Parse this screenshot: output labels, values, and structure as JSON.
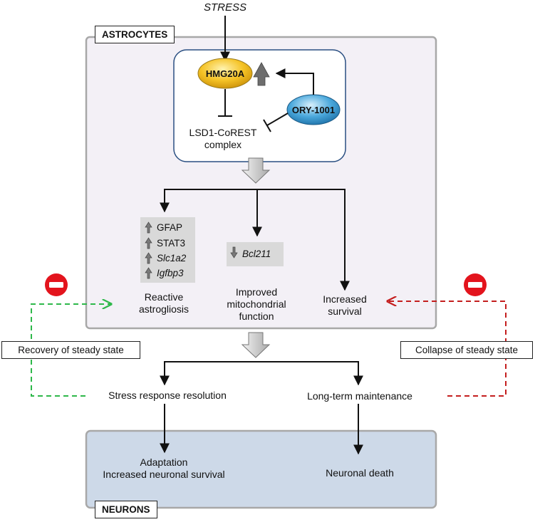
{
  "title": "STRESS",
  "astrocytes_label": "ASTROCYTES",
  "neurons_label": "NEURONS",
  "molecules": {
    "hmg20a": "HMG20A",
    "ory1001": "ORY-1001"
  },
  "lsd1": [
    "LSD1-CoREST",
    "complex"
  ],
  "genes_up": [
    "GFAP",
    "STAT3",
    "Slc1a2",
    "Igfbp3"
  ],
  "genes_down": [
    "Bcl211"
  ],
  "outcomes": {
    "reactive": [
      "Reactive",
      "astrogliosis"
    ],
    "mito": [
      "Improved",
      "mitochondrial",
      "function"
    ],
    "survival": [
      "Increased",
      "survival"
    ]
  },
  "recovery_label": "Recovery of steady state",
  "collapse_label": "Collapse of steady state",
  "stress_resolution": "Stress response resolution",
  "long_term": "Long-term maintenance",
  "adaptation": [
    "Adaptation",
    "Increased neuronal survival"
  ],
  "neuronal_death": "Neuronal death",
  "colors": {
    "astro_bg": "#f3f0f6",
    "neuron_bg": "#cdd9e8",
    "box_border": "#a8a8a8",
    "inner_border": "#2a4f82",
    "hmg_fill": "#f5c326",
    "ory_fill": "#4aa8dc",
    "recovery": "#2eb84a",
    "collapse": "#c41e1e",
    "stop": "#e3141d"
  }
}
